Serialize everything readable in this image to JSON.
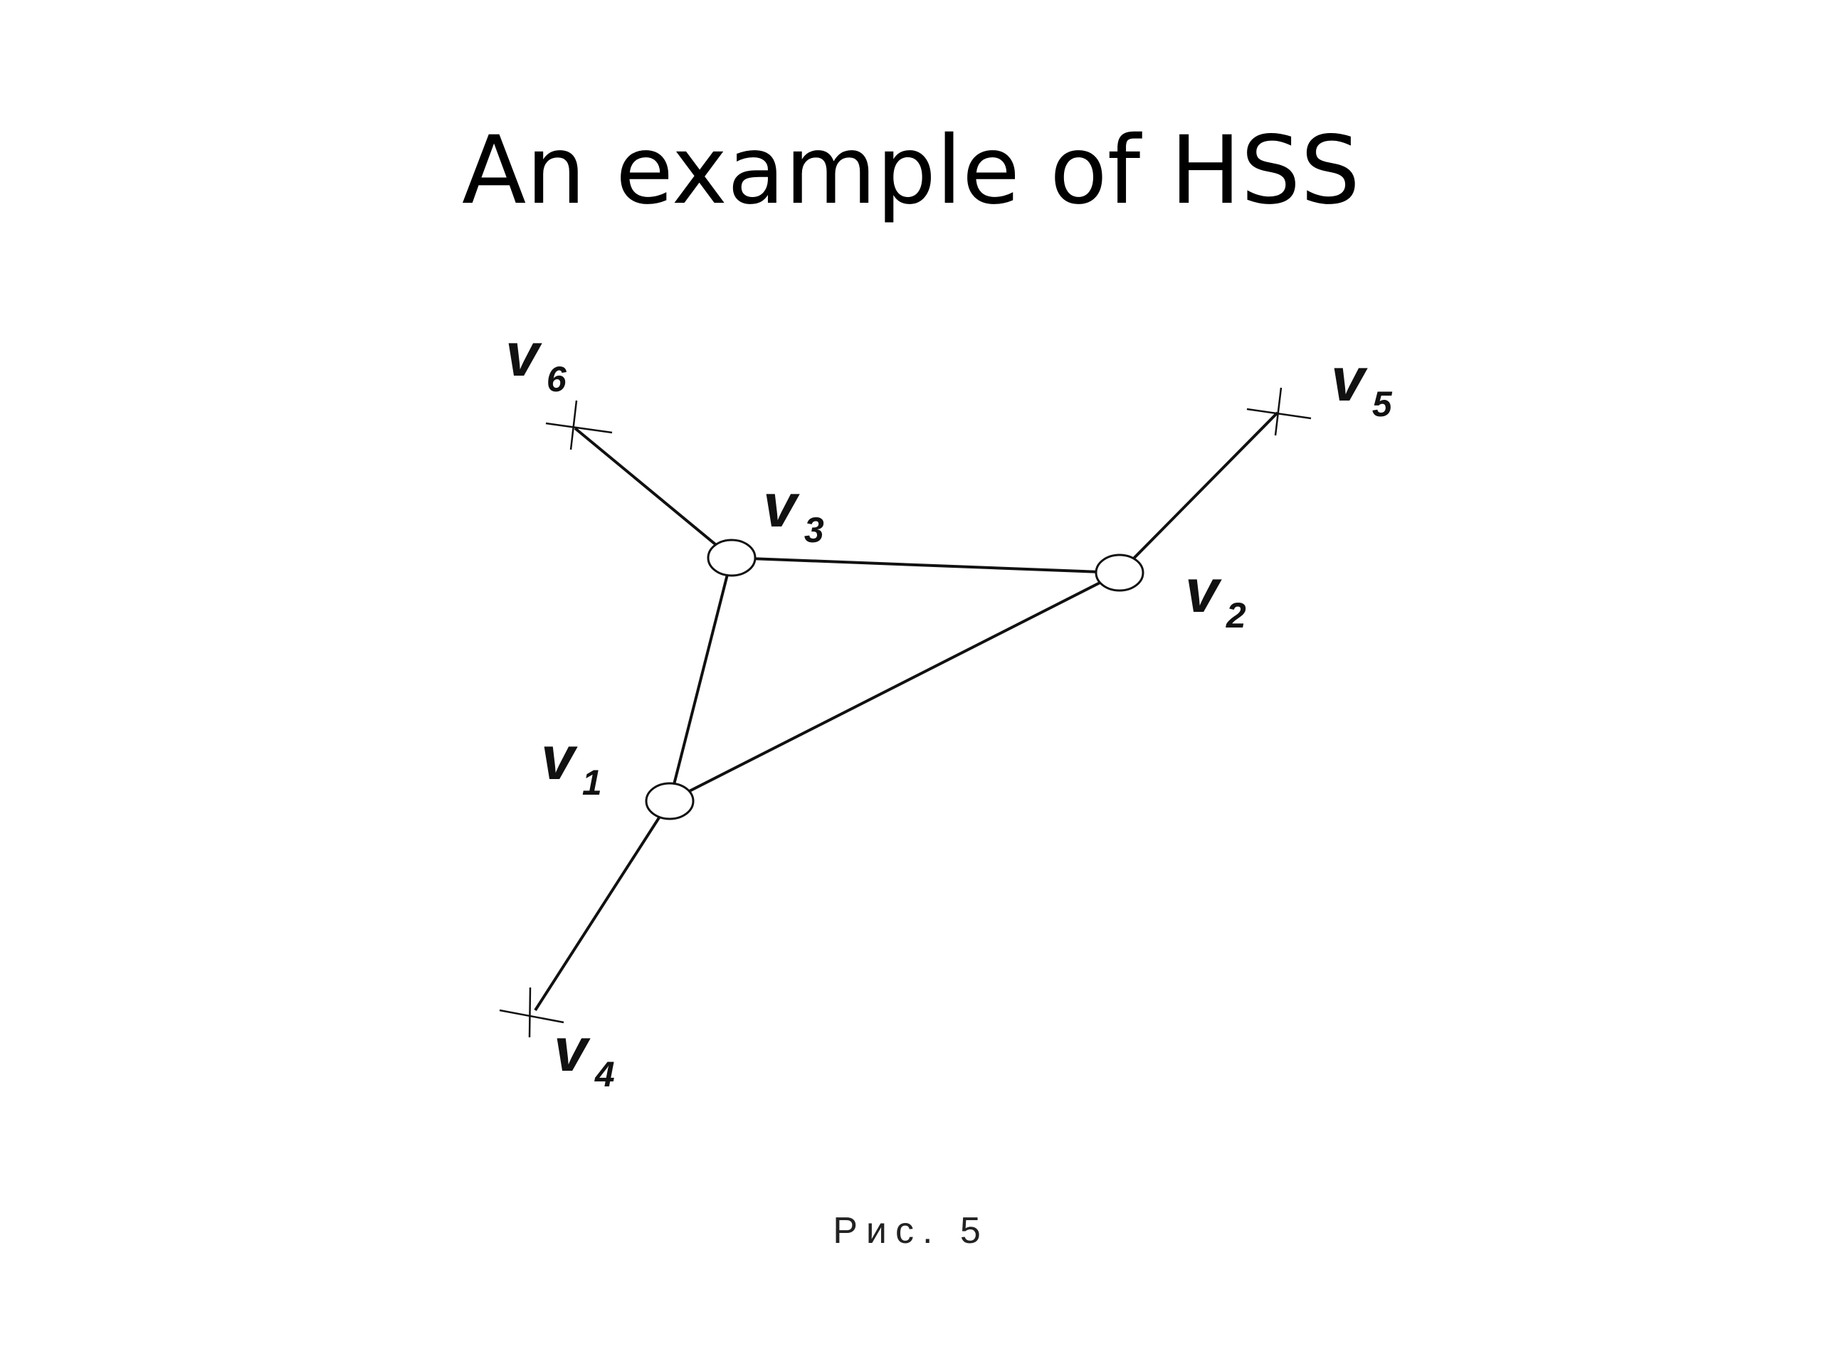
{
  "slide": {
    "title": "An example of HSS",
    "caption": "Рис. 5"
  },
  "diagram": {
    "vertex_letter": "v",
    "vertices": [
      {
        "id": "v1",
        "subscript": "1",
        "kind": "node"
      },
      {
        "id": "v2",
        "subscript": "2",
        "kind": "node"
      },
      {
        "id": "v3",
        "subscript": "3",
        "kind": "node"
      },
      {
        "id": "v4",
        "subscript": "4",
        "kind": "terminal"
      },
      {
        "id": "v5",
        "subscript": "5",
        "kind": "terminal"
      },
      {
        "id": "v6",
        "subscript": "6",
        "kind": "terminal"
      }
    ],
    "edges": [
      [
        "v1",
        "v2"
      ],
      [
        "v1",
        "v3"
      ],
      [
        "v2",
        "v3"
      ],
      [
        "v1",
        "v4"
      ],
      [
        "v2",
        "v5"
      ],
      [
        "v3",
        "v6"
      ]
    ]
  }
}
